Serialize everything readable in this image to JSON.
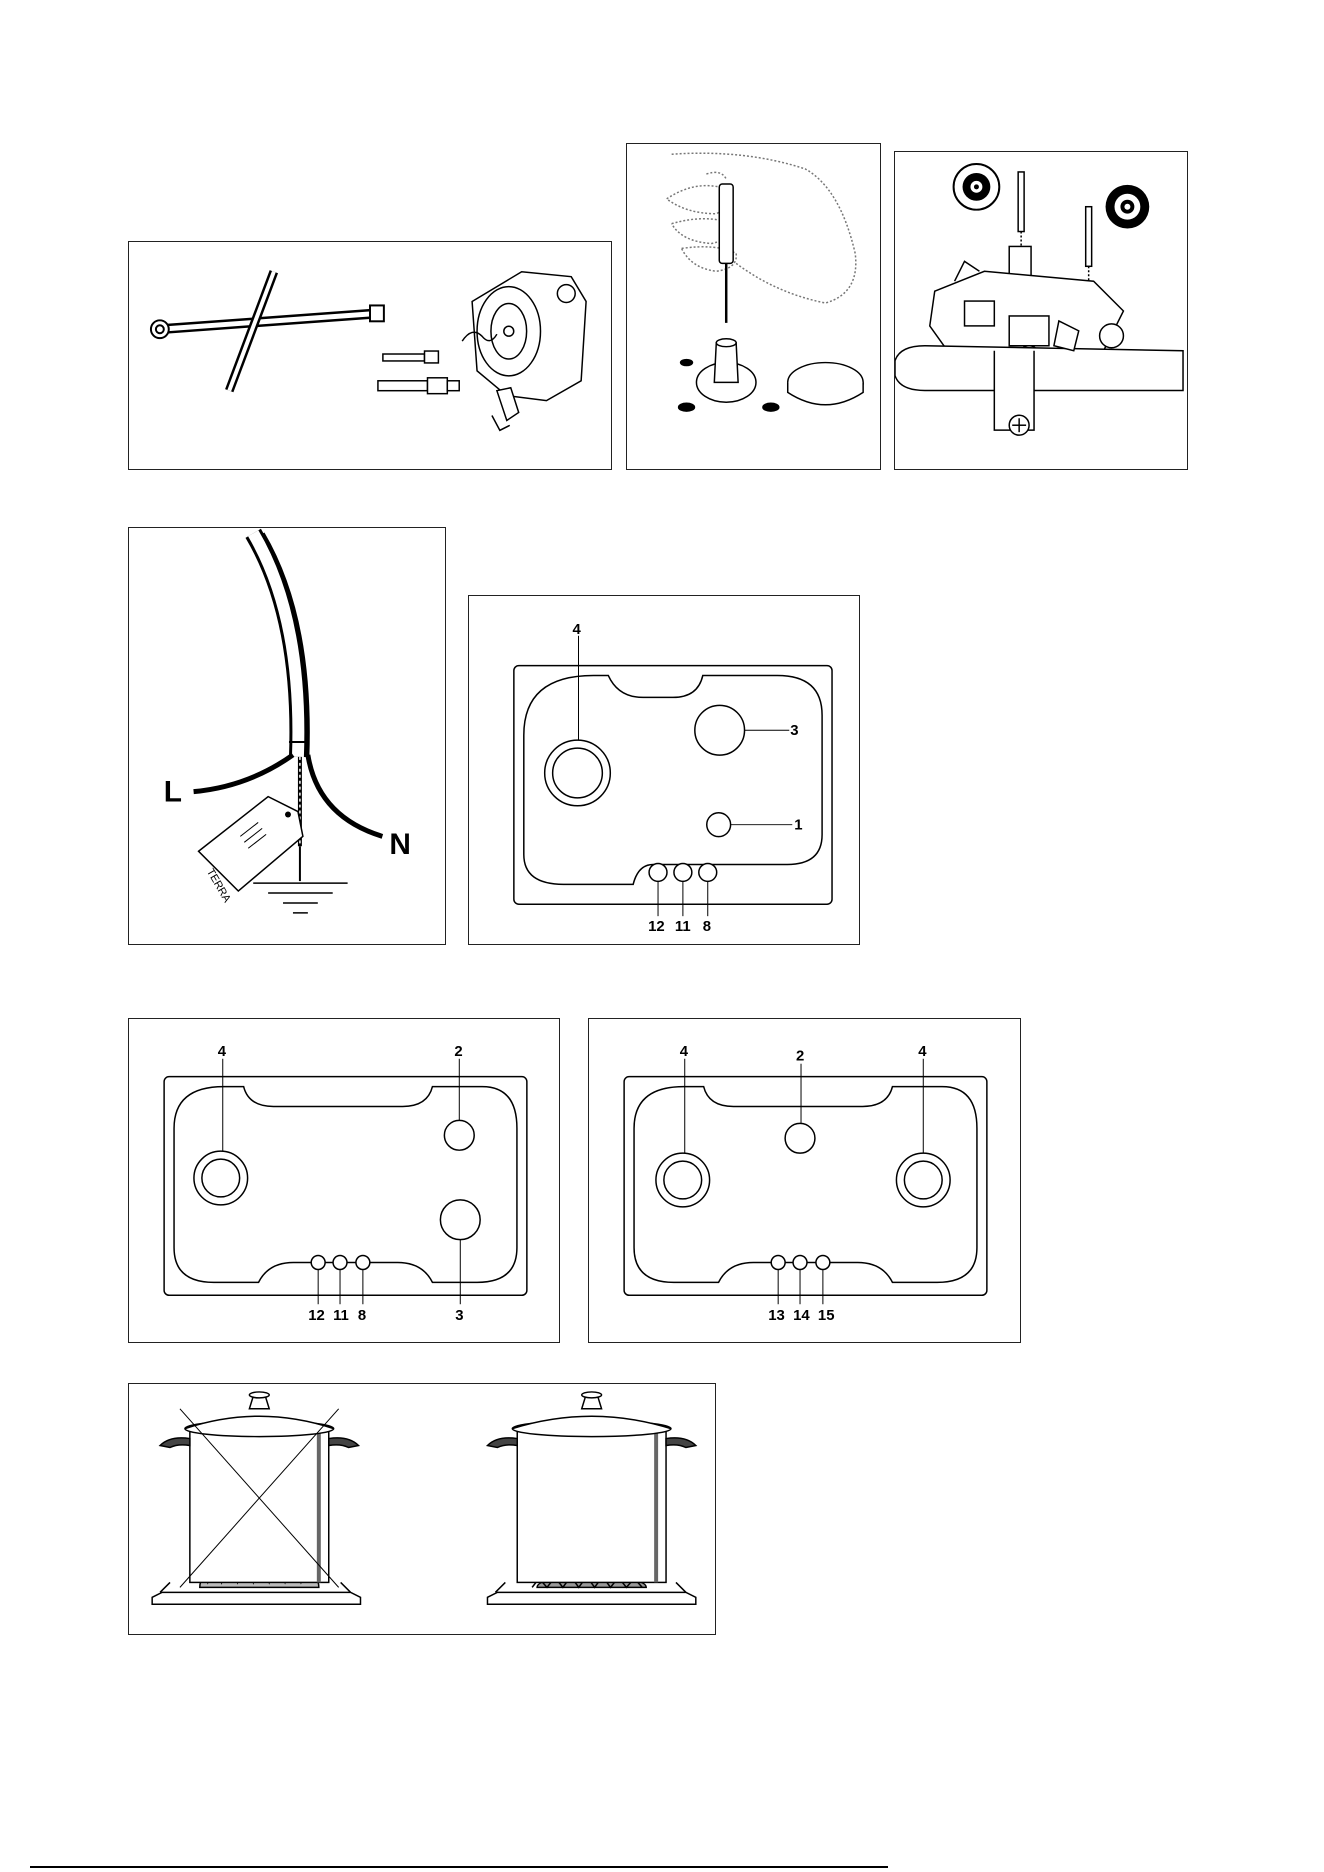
{
  "fig_injector": {},
  "fig_screwdriver": {},
  "fig_valve": {},
  "fig_earth": {
    "label_l": "L",
    "label_n": "N",
    "tag_text": "TERRA"
  },
  "fig_hob3": {
    "burner_a": "4",
    "burner_b": "3",
    "burner_c": "1",
    "knobs": [
      "12",
      "11",
      "8"
    ]
  },
  "fig_hob4": {
    "burner_a": "4",
    "burner_b": "2",
    "burner_c": "3",
    "knobs": [
      "12",
      "11",
      "8"
    ]
  },
  "fig_hob5": {
    "burner_a": "4",
    "burner_b": "2",
    "burner_c": "4",
    "knobs": [
      "13",
      "14",
      "15"
    ]
  },
  "fig_pots": {}
}
